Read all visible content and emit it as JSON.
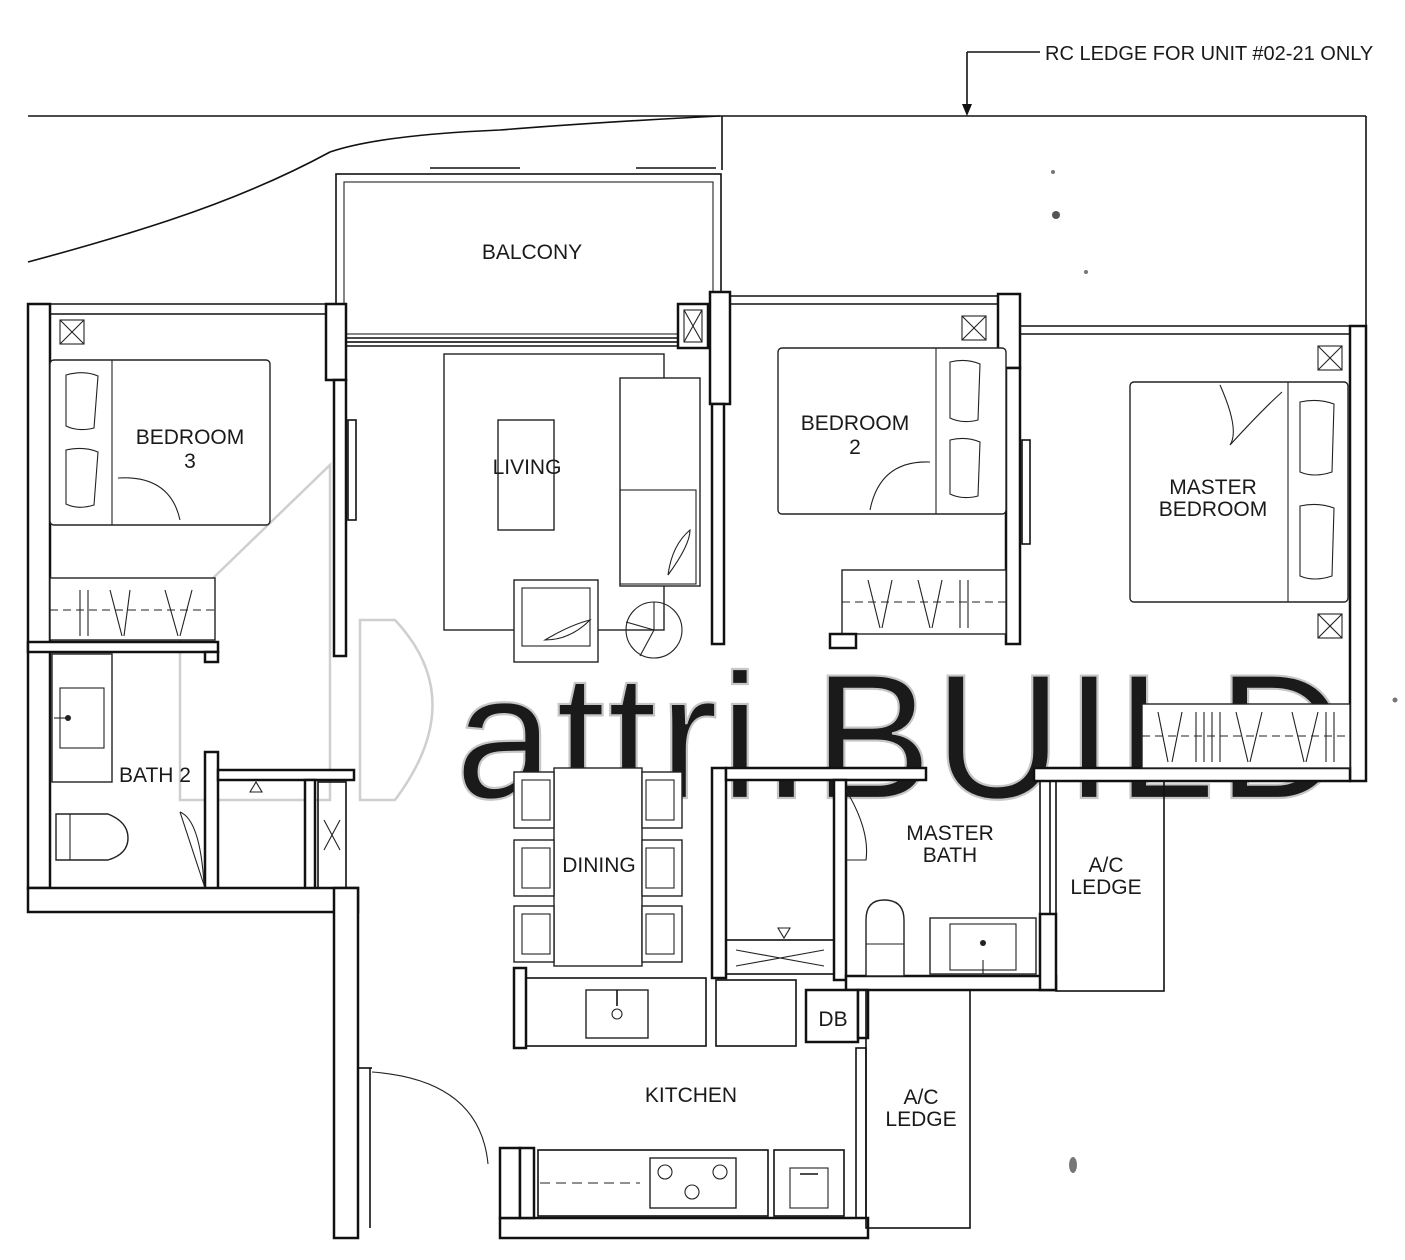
{
  "rooms": {
    "balcony": "BALCONY",
    "bedroom3": [
      "BEDROOM",
      "3"
    ],
    "living": "LIVING",
    "bedroom2": [
      "BEDROOM",
      "2"
    ],
    "master_bedroom": [
      "MASTER",
      "BEDROOM"
    ],
    "bath2": "BATH 2",
    "dining": "DINING",
    "master_bath": [
      "MASTER",
      "BATH"
    ],
    "ac_ledge_upper": [
      "A/C",
      "LEDGE"
    ],
    "db": "DB",
    "kitchen": "KITCHEN",
    "ac_ledge_lower": [
      "A/C",
      "LEDGE"
    ]
  },
  "annotation": {
    "rc_ledge": "RC LEDGE FOR UNIT #02-21 ONLY"
  },
  "watermark": "attri.BUILD",
  "colors": {
    "line": "#111111",
    "watermark": "#c6c6c6",
    "background": "#ffffff"
  }
}
